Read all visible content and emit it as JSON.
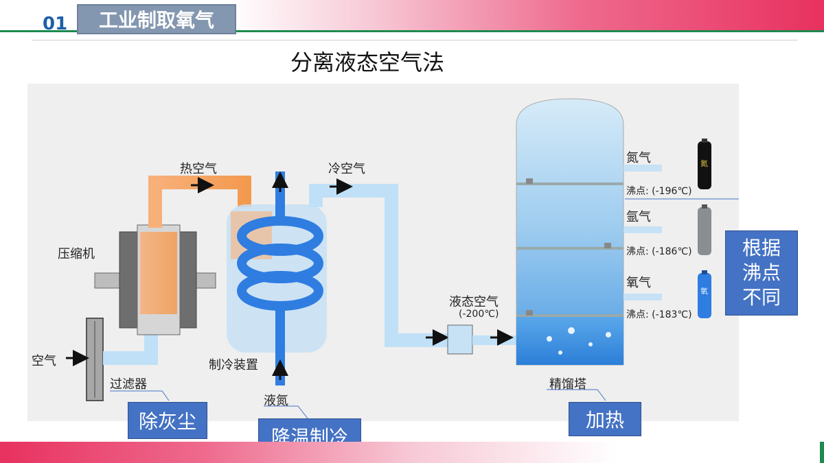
{
  "header": {
    "number": "01",
    "title": "工业制取氧气"
  },
  "slide": {
    "heading": "分离液态空气法"
  },
  "diagram": {
    "labels": {
      "hot_air": "热空气",
      "cold_air": "冷空气",
      "compressor": "压缩机",
      "air": "空气",
      "filter": "过滤器",
      "refrigeration": "制冷装置",
      "liquid_nitrogen": "液氮",
      "liquid_air": "液态空气",
      "liquid_air_temp": "(-200℃)",
      "column": "精馏塔",
      "nitrogen": "氮气",
      "nitrogen_bp": "沸点: (-196℃)",
      "argon": "氩气",
      "argon_bp": "沸点: (-186℃)",
      "oxygen": "氧气",
      "oxygen_bp": "沸点: (-183℃)",
      "cylinder_n": "氮",
      "cylinder_o": "氧"
    },
    "callouts": {
      "dust": "除灰尘",
      "cool": "降温制冷",
      "heat": "加热",
      "boiling_line1": "根据",
      "boiling_line2": "沸点",
      "boiling_line3": "不同"
    },
    "colors": {
      "hot": "#f39a4f",
      "cold": "#a9d3f0",
      "coil": "#2f7de1",
      "callout": "#4472c4"
    }
  }
}
